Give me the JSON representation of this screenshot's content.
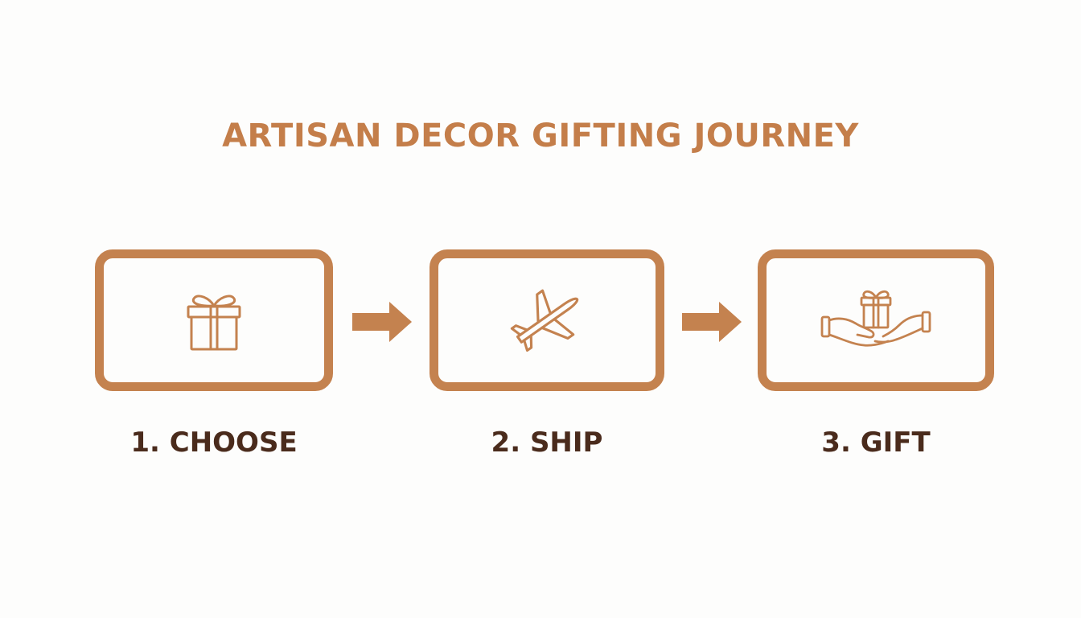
{
  "title": "ARTISAN DECOR GIFTING JOURNEY",
  "colors": {
    "accent": "#c4824f",
    "title": "#c47e4a",
    "label": "#4a2b1c",
    "background": "#fdfdfc"
  },
  "steps": [
    {
      "label": "1. CHOOSE",
      "icon": "gift-icon"
    },
    {
      "label": "2. SHIP",
      "icon": "airplane-icon"
    },
    {
      "label": "3. GIFT",
      "icon": "hands-gift-icon"
    }
  ],
  "connectors": [
    "arrow-right-icon",
    "arrow-right-icon"
  ]
}
